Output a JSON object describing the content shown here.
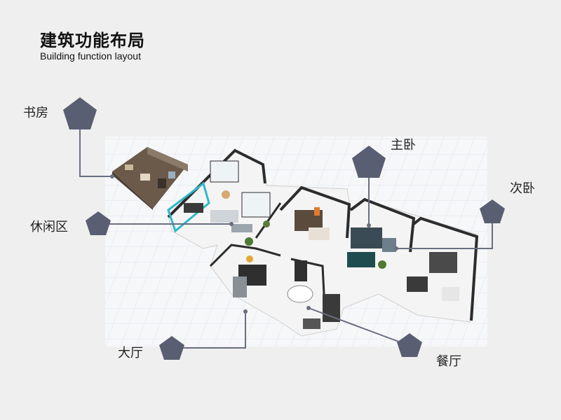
{
  "header": {
    "title_cn": "建筑功能布局",
    "title_en": "Building function layout"
  },
  "rooms": {
    "study": "书房",
    "lounge": "休闲区",
    "master_bedroom": "主卧",
    "second_bedroom": "次卧",
    "living_room": "大厅",
    "dining_room": "餐厅"
  },
  "colors": {
    "background": "#efefef",
    "marker": "#5a5e72",
    "leader_line": "#6a6e80",
    "grid": "#dfe3e8",
    "wall": "#2c2c2c",
    "floor": "#f4f4f4",
    "accent_teal": "#2fb7c8"
  }
}
